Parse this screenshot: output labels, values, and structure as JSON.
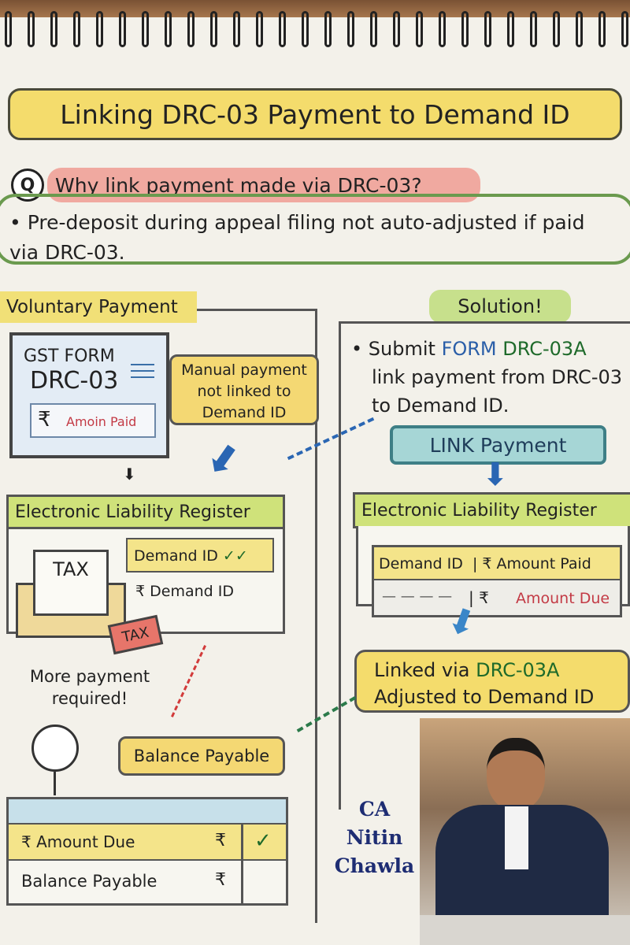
{
  "title": "Linking DRC-03 Payment to Demand ID",
  "question": {
    "marker": "Q",
    "text": "Why link payment made via DRC-03?"
  },
  "answer": {
    "bullet": "•",
    "text": "Pre-deposit during appeal filing not auto-adjusted if paid via DRC-03."
  },
  "left": {
    "heading": "Voluntary Payment",
    "form": {
      "line1": "GST FORM",
      "line2": "DRC-03",
      "rupee": "₹",
      "amount_label": "Amoin Paid"
    },
    "callout": "Manual payment not linked to Demand ID",
    "register": {
      "title": "Electronic Liability Register",
      "row1": "Demand ID",
      "row1_checks": "✓✓",
      "row2": "₹ Demand ID",
      "envelope_label": "TAX",
      "tag_label": "TAX"
    },
    "more_payment": "More payment required!",
    "balance_callout": "Balance Payable",
    "table": {
      "row1_label": "₹ Amount Due",
      "row1_rupee": "₹",
      "row1_check": "✓",
      "row2_label": "Balance Payable",
      "row2_rupee": "₹"
    }
  },
  "right": {
    "heading": "Solution!",
    "bullet": "•",
    "text_pre": "Submit ",
    "text_form": "FORM ",
    "text_code": "DRC-03A",
    "text_rest1": "link payment from DRC-03",
    "text_rest2": "to Demand ID.",
    "link_button": "LINK Payment",
    "register": {
      "title": "Electronic Liability Register",
      "col1": "Demand ID",
      "col2": "| ₹ Amount Paid",
      "row_dash": "— — — —",
      "row_rupee": "| ₹",
      "row_due": "Amount Due"
    },
    "linked": {
      "pre": "Linked via ",
      "code": "DRC-03A",
      "line2": "Adjusted to Demand ID"
    }
  },
  "author": {
    "line1": "CA",
    "line2": "Nitin",
    "line3": "Chawla"
  },
  "colors": {
    "yellow": "#f4dc6c",
    "green": "#cfe27a",
    "blue": "#2a5ea8",
    "red": "#c33a45",
    "navy": "#1e2d73"
  }
}
